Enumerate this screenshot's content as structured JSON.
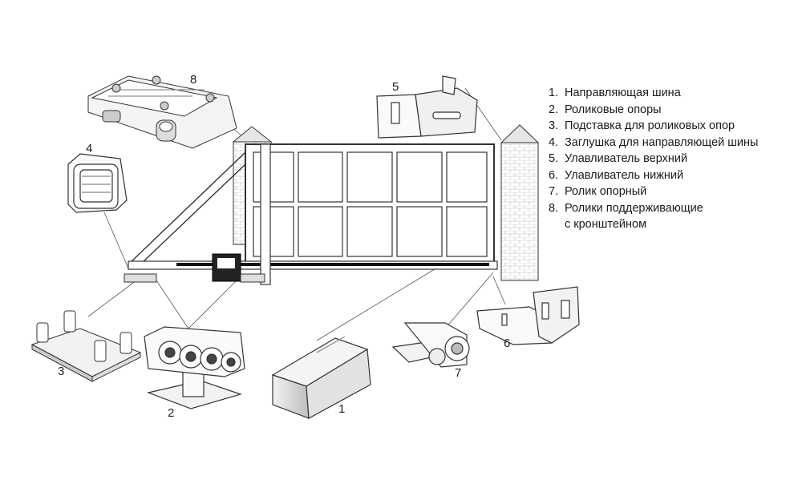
{
  "legend": [
    {
      "num": "1.",
      "text": "Направляющая шина"
    },
    {
      "num": "2.",
      "text": "Роликовые опоры"
    },
    {
      "num": "3.",
      "text": "Подставка для роликовых опор"
    },
    {
      "num": "4.",
      "text": "Заглушка для направляющей шины"
    },
    {
      "num": "5.",
      "text": "Улавливатель верхний"
    },
    {
      "num": "6.",
      "text": "Улавливатель нижний"
    },
    {
      "num": "7.",
      "text": "Ролик опорный"
    },
    {
      "num": "8.",
      "text": "Ролики поддерживающие\nс кронштейном"
    }
  ],
  "callouts": {
    "c1": "1",
    "c2": "2",
    "c3": "3",
    "c4": "4",
    "c5": "5",
    "c6": "6",
    "c7": "7",
    "c8": "8"
  },
  "colors": {
    "line": "#333333",
    "shade": "#cccccc",
    "dark": "#111111"
  }
}
